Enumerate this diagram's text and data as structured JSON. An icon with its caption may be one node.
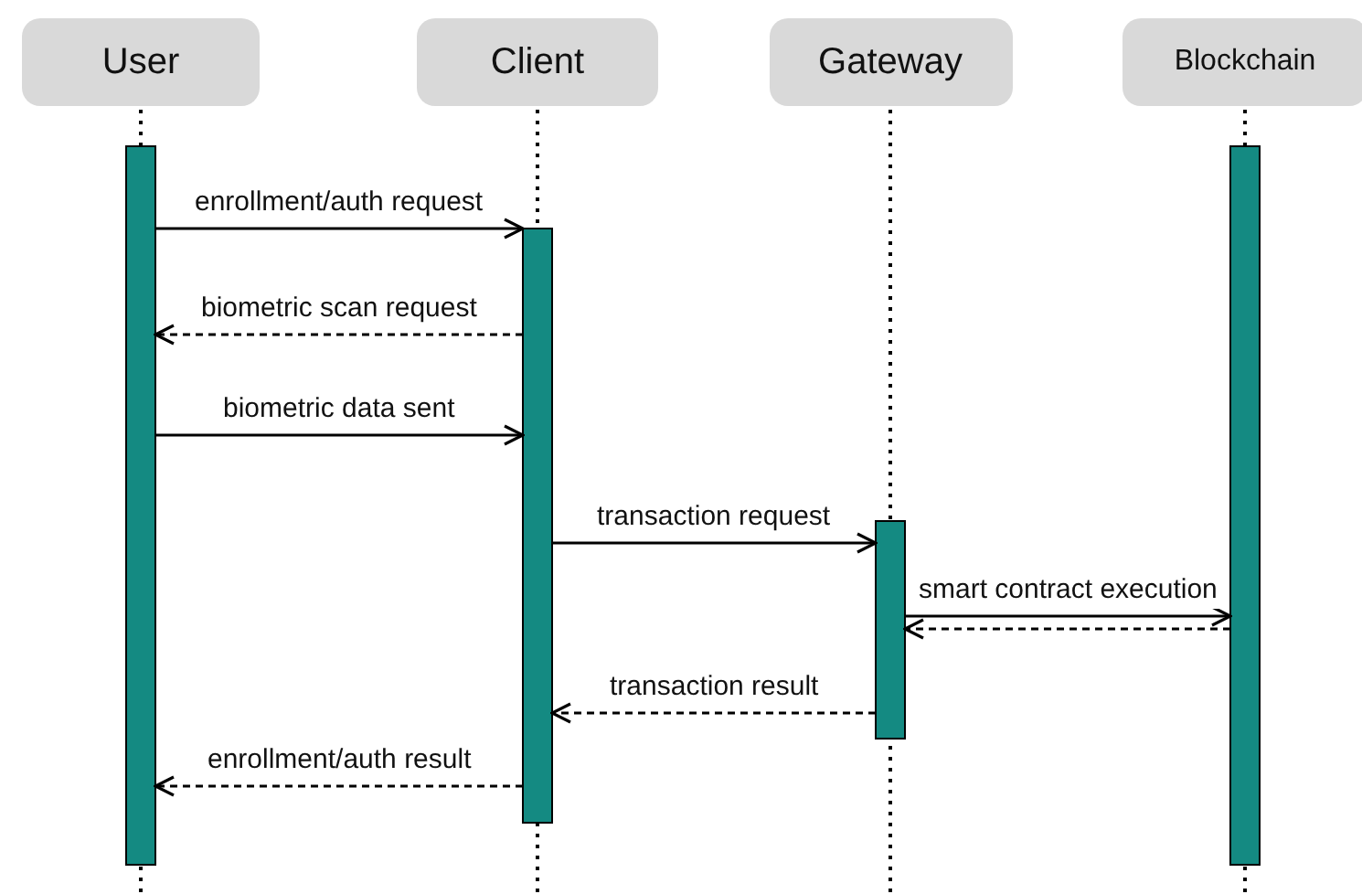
{
  "diagram": {
    "nodes": [
      {
        "text": [
          "User"
        ]
      },
      {
        "text": [
          "Client"
        ]
      },
      {
        "text": [
          "Gateway"
        ]
      },
      {
        "text": [
          "Blockchain"
        ]
      },
      {
        "text": [],
        "shape": "bar"
      },
      {
        "text": [],
        "shape": "bar"
      },
      {
        "text": [],
        "shape": "bar"
      },
      {
        "text": [],
        "shape": "bar"
      }
    ],
    "edges": [
      {
        "from": 4,
        "to": 5,
        "arrow": "to",
        "label": "enrollment/auth request"
      },
      {
        "from": 5,
        "to": 4,
        "arrow": "to",
        "label": "biometric scan request",
        "style": "dashed"
      },
      {
        "from": 4,
        "to": 5,
        "arrow": "to",
        "label": "biometric data sent"
      },
      {
        "from": 5,
        "to": 6,
        "arrow": "to",
        "label": "transaction request"
      },
      {
        "from": 6,
        "to": 7,
        "arrow": "to",
        "label": "smart contract execution"
      },
      {
        "from": 7,
        "to": 6,
        "arrow": "to",
        "style": "dashed"
      },
      {
        "from": 6,
        "to": 5,
        "arrow": "to",
        "label": "transaction result",
        "style": "dashed"
      },
      {
        "from": 5,
        "to": 4,
        "arrow": "to",
        "label": "enrollment/auth result",
        "style": "dashed"
      }
    ]
  }
}
